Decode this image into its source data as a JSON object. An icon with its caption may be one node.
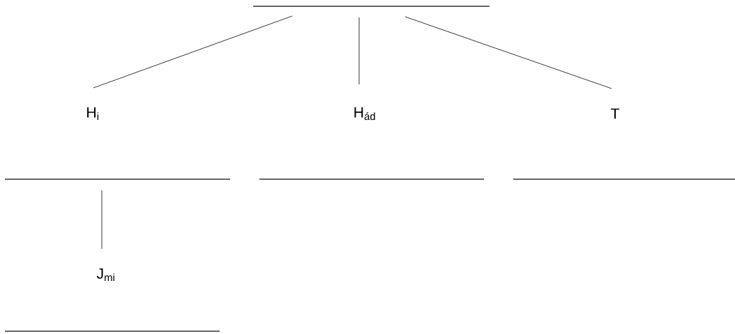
{
  "diagram": {
    "nodes": [
      {
        "text": [],
        "shape": "line"
      },
      {
        "text": [
          "H$_{i}$"
        ]
      },
      {
        "text": [
          "H$_{ád}$"
        ]
      },
      {
        "text": [
          "T"
        ]
      },
      {
        "text": [],
        "shape": "line"
      },
      {
        "text": [],
        "shape": "line"
      },
      {
        "text": [],
        "shape": "line"
      },
      {
        "text": [
          "J$_{mi}$"
        ]
      },
      {
        "text": [],
        "shape": "line"
      }
    ],
    "edges": [
      {
        "from": 0,
        "to": 1,
        "arrow": "none"
      },
      {
        "from": 0,
        "to": 2,
        "arrow": "none"
      },
      {
        "from": 0,
        "to": 3,
        "arrow": "none"
      },
      {
        "from": 4,
        "to": 7,
        "arrow": "none"
      }
    ]
  }
}
